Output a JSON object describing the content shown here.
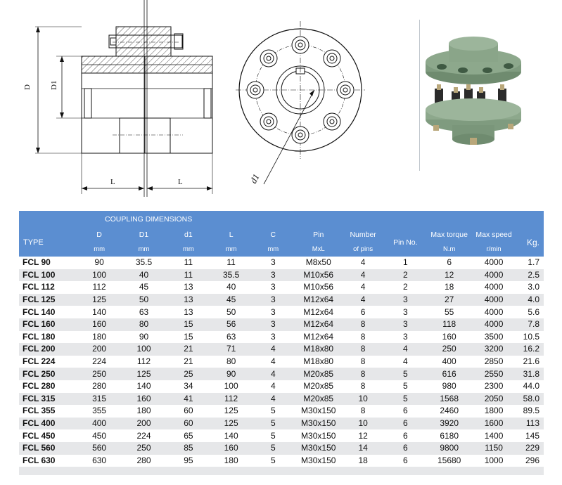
{
  "drawing": {
    "side_view_labels": {
      "d": "D",
      "d1": "D1",
      "l_left": "L",
      "l_right": "L"
    },
    "front_view_labels": {
      "d1": "d1"
    }
  },
  "photo": {
    "icon": "coupling-photo-icon",
    "body_color": "#8da88c",
    "rubber_color": "#2b2b2b",
    "bolt_color": "#b9a77a"
  },
  "table": {
    "title": "COUPLING DIMENSIONS",
    "header_color": "#5b8ed1",
    "stripe_color": "#e6e7e9",
    "headers": {
      "type": "TYPE",
      "d": "D",
      "d_unit": "mm",
      "d1": "D1",
      "d1_unit": "mm",
      "sd1": "d1",
      "sd1_unit": "mm",
      "l": "L",
      "l_unit": "mm",
      "c": "C",
      "c_unit": "mm",
      "pin_1": "Pin",
      "pin_2": "MxL",
      "num_pins_1": "Number",
      "num_pins_2": "of pins",
      "pin_no": "Pin No.",
      "torque": "Max torque",
      "torque_unit": "N.m",
      "speed": "Max speed",
      "speed_unit": "r/min",
      "kg": "Kg."
    },
    "rows": [
      [
        "FCL 90",
        "90",
        "35.5",
        "11",
        "11",
        "3",
        "M8x50",
        "4",
        "1",
        "6",
        "4000",
        "1.7"
      ],
      [
        "FCL 100",
        "100",
        "40",
        "11",
        "35.5",
        "3",
        "M10x56",
        "4",
        "2",
        "12",
        "4000",
        "2.5"
      ],
      [
        "FCL 112",
        "112",
        "45",
        "13",
        "40",
        "3",
        "M10x56",
        "4",
        "2",
        "18",
        "4000",
        "3.0"
      ],
      [
        "FCL 125",
        "125",
        "50",
        "13",
        "45",
        "3",
        "M12x64",
        "4",
        "3",
        "27",
        "4000",
        "4.0"
      ],
      [
        "FCL 140",
        "140",
        "63",
        "13",
        "50",
        "3",
        "M12x64",
        "6",
        "3",
        "55",
        "4000",
        "5.6"
      ],
      [
        "FCL 160",
        "160",
        "80",
        "15",
        "56",
        "3",
        "M12x64",
        "8",
        "3",
        "118",
        "4000",
        "7.8"
      ],
      [
        "FCL 180",
        "180",
        "90",
        "15",
        "63",
        "3",
        "M12x64",
        "8",
        "3",
        "160",
        "3500",
        "10.5"
      ],
      [
        "FCL 200",
        "200",
        "100",
        "21",
        "71",
        "4",
        "M18x80",
        "8",
        "4",
        "250",
        "3200",
        "16.2"
      ],
      [
        "FCL 224",
        "224",
        "112",
        "21",
        "80",
        "4",
        "M18x80",
        "8",
        "4",
        "400",
        "2850",
        "21.6"
      ],
      [
        "FCL 250",
        "250",
        "125",
        "25",
        "90",
        "4",
        "M20x85",
        "8",
        "5",
        "616",
        "2550",
        "31.8"
      ],
      [
        "FCL 280",
        "280",
        "140",
        "34",
        "100",
        "4",
        "M20x85",
        "8",
        "5",
        "980",
        "2300",
        "44.0"
      ],
      [
        "FCL 315",
        "315",
        "160",
        "41",
        "112",
        "4",
        "M20x85",
        "10",
        "5",
        "1568",
        "2050",
        "58.0"
      ],
      [
        "FCL 355",
        "355",
        "180",
        "60",
        "125",
        "5",
        "M30x150",
        "8",
        "6",
        "2460",
        "1800",
        "89.5"
      ],
      [
        "FCL 400",
        "400",
        "200",
        "60",
        "125",
        "5",
        "M30x150",
        "10",
        "6",
        "3920",
        "1600",
        "113"
      ],
      [
        "FCL 450",
        "450",
        "224",
        "65",
        "140",
        "5",
        "M30x150",
        "12",
        "6",
        "6180",
        "1400",
        "145"
      ],
      [
        "FCL 560",
        "560",
        "250",
        "85",
        "160",
        "5",
        "M30x150",
        "14",
        "6",
        "9800",
        "1150",
        "229"
      ],
      [
        "FCL 630",
        "630",
        "280",
        "95",
        "180",
        "5",
        "M30x150",
        "18",
        "6",
        "15680",
        "1000",
        "296"
      ]
    ]
  }
}
